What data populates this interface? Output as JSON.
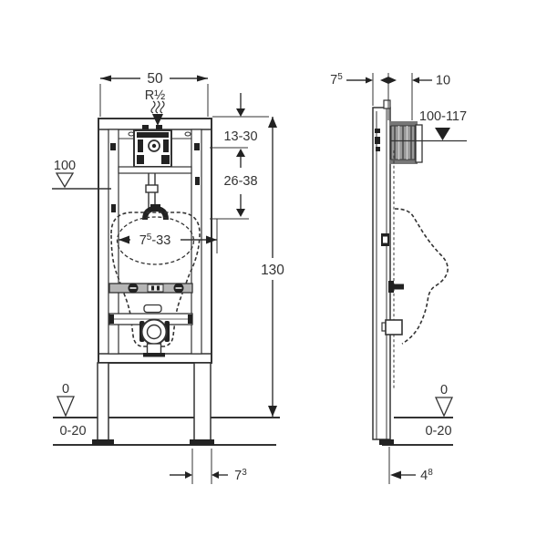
{
  "drawing": {
    "front_view": {
      "width": "50",
      "supply_thread": "R½",
      "level_mid": "100",
      "range_valve": "13-30",
      "range_flush_pipe": "26-38",
      "range_inner": {
        "base": "7",
        "sup": "5",
        "rest": "-33"
      },
      "height": "130",
      "level_floor": "0",
      "floor_finish_range": "0-20",
      "foot_dim": {
        "base": "7",
        "sup": "3"
      }
    },
    "side_view": {
      "depth": {
        "base": "7",
        "sup": "5"
      },
      "top_offset": "10",
      "outlet_level": "100-117",
      "level_floor": "0",
      "floor_finish_range": "0-20",
      "foot_offset": {
        "base": "4",
        "sup": "8"
      }
    },
    "colors": {
      "line": "#333333",
      "crossbar_fill": "#b5b5b5",
      "housing_fill": "#9a9a9a",
      "marker_fill": "#222222"
    }
  }
}
